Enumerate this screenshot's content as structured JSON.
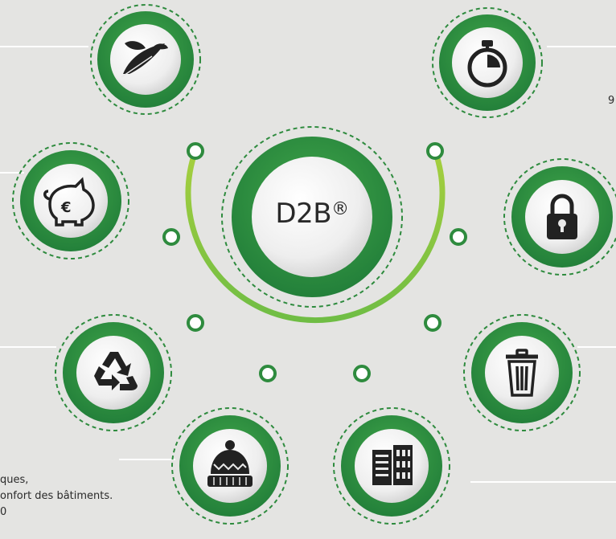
{
  "center": {
    "label": "D2B",
    "mark": "®"
  },
  "nodes": [
    {
      "icon": "feathers-icon"
    },
    {
      "icon": "stopwatch-icon"
    },
    {
      "icon": "piggy-bank-euro-icon"
    },
    {
      "icon": "padlock-icon"
    },
    {
      "icon": "recycle-icon"
    },
    {
      "icon": "trash-bin-icon"
    },
    {
      "icon": "wool-hat-icon"
    },
    {
      "icon": "building-icon"
    }
  ],
  "texts": {
    "line1": "ques,",
    "line2": "onfort des bâtiments.",
    "line3": "0",
    "right_partial": "9"
  },
  "colors": {
    "background": "#e4e4e2",
    "ring_dark": "#2e8b3e",
    "ring_light": "#8cc63f",
    "dash": "#2e8b3e",
    "lines": "#ffffff"
  }
}
